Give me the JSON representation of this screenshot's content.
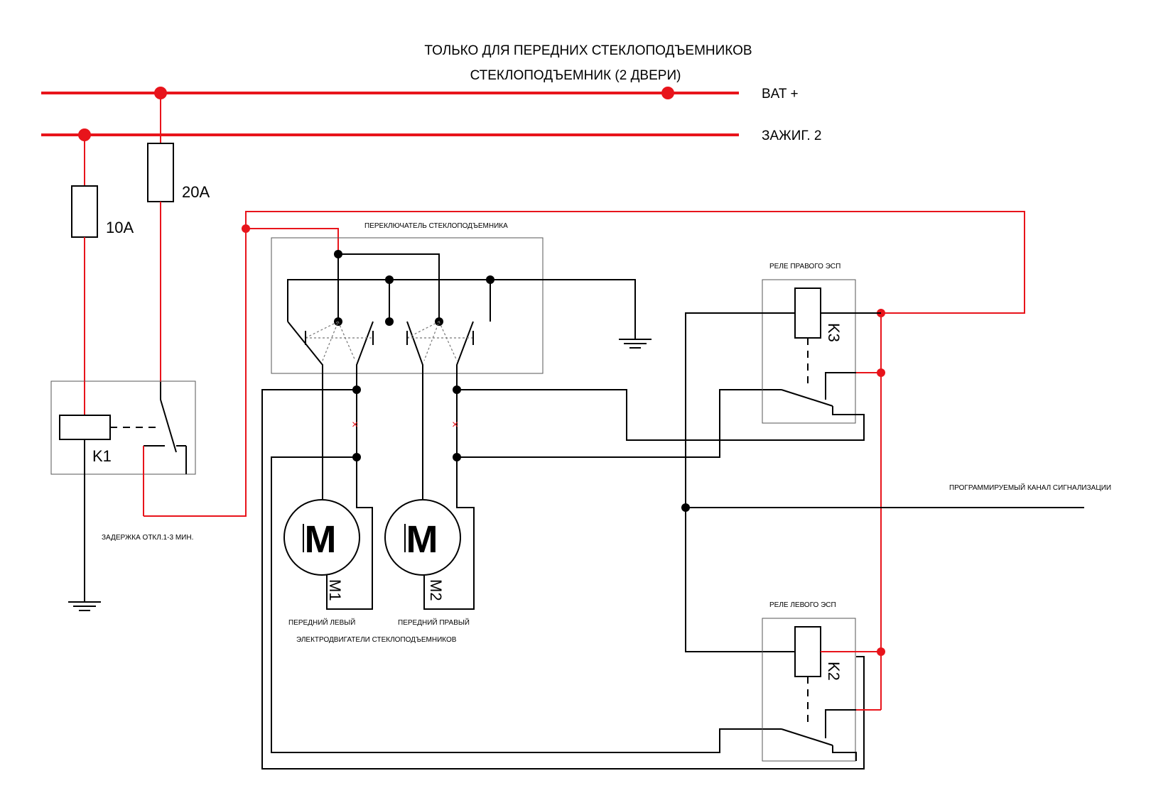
{
  "title_line1": "ТОЛЬКО ДЛЯ ПЕРЕДНИХ СТЕКЛОПОДЪЕМНИКОВ",
  "title_line2": "СТЕКЛОПОДЪЕМНИК (2 ДВЕРИ)",
  "buses": {
    "bat": "BAT +",
    "ign": "ЗАЖИГ. 2"
  },
  "fuses": {
    "fuse_10": "10A",
    "fuse_20": "20A"
  },
  "relay_k1": {
    "label": "K1",
    "note": "ЗАДЕРЖКА ОТКЛ.1-3 МИН."
  },
  "switch_block": {
    "title": "ПЕРЕКЛЮЧАТЕЛЬ СТЕКЛОПОДЪЕМНИКА"
  },
  "relay_right": {
    "title": "РЕЛЕ ПРАВОГО ЭСП",
    "label": "K3"
  },
  "relay_left": {
    "title": "РЕЛЕ ЛЕВОГО ЭСП",
    "label": "K2"
  },
  "motors": {
    "m1_symbol": "M",
    "m1_label": "M1",
    "m1_caption": "ПЕРЕДНИЙ ЛЕВЫЙ",
    "m2_symbol": "M",
    "m2_label": "M2",
    "m2_caption": "ПЕРЕДНИЙ ПРАВЫЙ",
    "group_caption": "ЭЛЕКТРОДВИГАТЕЛИ СТЕКЛОПОДЪЕМНИКОВ"
  },
  "alarm_channel": "ПРОГРАММИРУЕМЫЙ КАНАЛ СИГНАЛИЗАЦИИ",
  "colors": {
    "power_wire": "#e8141b",
    "signal_wire": "#000000"
  }
}
